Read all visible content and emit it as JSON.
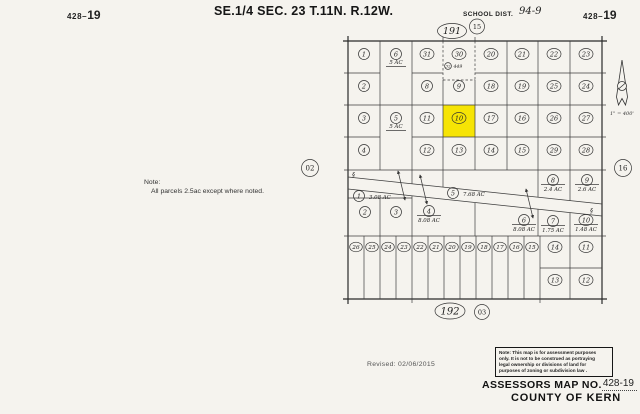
{
  "page": {
    "sheet_left": {
      "book": "428",
      "sep": "–",
      "page": "19"
    },
    "sheet_right": {
      "book": "428",
      "sep": "–",
      "page": "19"
    },
    "title": "SE.1/4 SEC. 23 T.11N. R.12W.",
    "school_district_label": "SCHOOL DIST.",
    "school_district_value": "94-9"
  },
  "map_refs": {
    "top_page": "191",
    "top_circle": "15",
    "bottom_page": "192",
    "bottom_circle": "03",
    "left_circle": "02",
    "right_circle": "16"
  },
  "scale_note": "1\" = 400'",
  "section_marker": "§",
  "note": {
    "title": "Note:",
    "body": "All parcels 2.5ac except where noted."
  },
  "revised": "Revised:  02/06/2015",
  "disclaimer": {
    "lines": [
      "Note: This map is for assessment purposes",
      "only. It is not to be construed as portraying",
      "legal ownership or divisions of land for",
      "purposes of zoning or subdivision law ."
    ]
  },
  "footer": {
    "map_no_label": "ASSESSORS MAP NO.",
    "map_no_value": "428-19",
    "county": "COUNTY OF KERN"
  },
  "top_block": {
    "rows": [
      [
        "1",
        "6",
        "31",
        "30",
        "20",
        "21",
        "22",
        "23"
      ],
      [
        "2",
        "",
        "8",
        "9",
        "18",
        "19",
        "25",
        "24"
      ],
      [
        "3",
        "5",
        "11",
        "10",
        "17",
        "16",
        "26",
        "27"
      ],
      [
        "4",
        "",
        "12",
        "13",
        "14",
        "15",
        "29",
        "28"
      ]
    ],
    "acreage_notes": [
      {
        "parcel": "6",
        "text": "5 AC"
      },
      {
        "parcel": "5",
        "text": "5 AC"
      }
    ],
    "sub_note": {
      "circle": "32",
      "text": "449"
    },
    "highlighted_parcel": "10"
  },
  "middle_block": {
    "parcels": [
      {
        "n": "1",
        "ac": "3.08 AC"
      },
      {
        "n": "2",
        "ac": ""
      },
      {
        "n": "3",
        "ac": ""
      },
      {
        "n": "4",
        "ac": "8.08 AC"
      },
      {
        "n": "5",
        "ac": "7.68 AC"
      },
      {
        "n": "6",
        "ac": "8.08 AC"
      },
      {
        "n": "7",
        "ac": "1.75 AC"
      },
      {
        "n": "8",
        "ac": "2.4 AC"
      },
      {
        "n": "9",
        "ac": "2.6 AC"
      },
      {
        "n": "10",
        "ac": "1.48 AC"
      }
    ]
  },
  "bottom_block": {
    "strip_parcels": [
      "26",
      "25",
      "24",
      "23",
      "22",
      "21",
      "20",
      "19",
      "18",
      "17",
      "16",
      "15"
    ],
    "right_parcels": [
      [
        "14",
        "11"
      ],
      [
        "13",
        "12"
      ]
    ]
  },
  "colors": {
    "highlight": "#f6e405",
    "paper": "#f5f3ee",
    "ink": "#2a2a2a"
  }
}
